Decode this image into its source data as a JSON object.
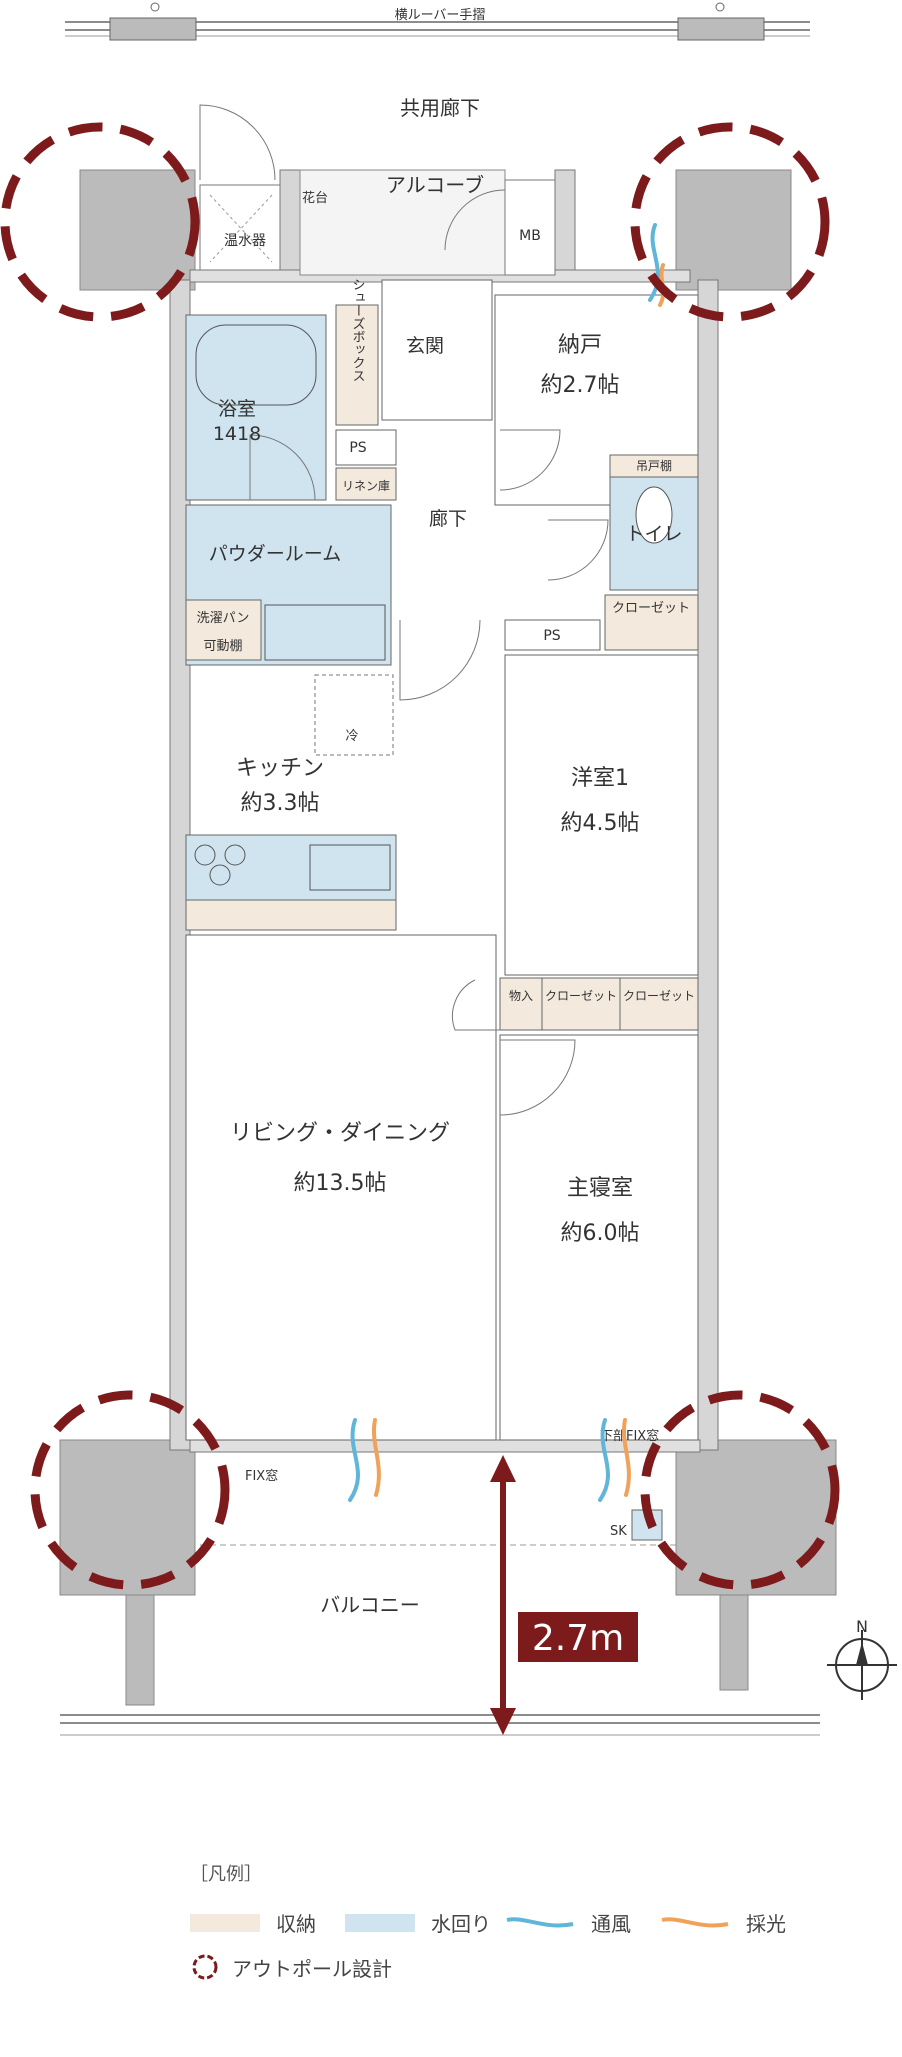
{
  "plan": {
    "louver_label": "横ルーバー手摺",
    "corridor_label": "共用廊下",
    "alcove": "アルコーブ",
    "flower_bed": "花台",
    "water_heater": "温水器",
    "mb": "MB",
    "entrance": "玄関",
    "shoe_box": "シューズボックス",
    "storage_room": "納戸",
    "storage_size": "約2.7帖",
    "bath": "浴室",
    "bath_size": "1418",
    "ps": "PS",
    "linen": "リネン庫",
    "hallway": "廊下",
    "hanging_shelf": "吊戸棚",
    "toilet": "トイレ",
    "powder_room": "パウダールーム",
    "washer_pan": "洗濯パン",
    "movable_shelf": "可動棚",
    "closet": "クローゼット",
    "refrigerator": "冷",
    "kitchen": "キッチン",
    "kitchen_size": "約3.3帖",
    "western_room": "洋室1",
    "western_size": "約4.5帖",
    "storage_small": "物入",
    "ldk": "リビング・ダイニング",
    "ldk_size": "約13.5帖",
    "master": "主寝室",
    "master_size": "約6.0帖",
    "fix_window": "FIX窓",
    "lower_fix_window": "下部FIX窓",
    "sk": "SK",
    "balcony": "バルコニー",
    "balcony_depth": "2.7m",
    "north": "N"
  },
  "legend": {
    "header": "［凡例］",
    "storage": "収納",
    "water": "水回り",
    "ventilation": "通風",
    "daylight": "採光",
    "outpole": "アウトポール設計"
  },
  "colors": {
    "storage": "#f3e9dd",
    "water": "#cfe4ef",
    "pillar": "#bbbbbb",
    "accent": "#7d1a1c",
    "wind": "#5fb6d8",
    "light": "#f0a15a"
  }
}
